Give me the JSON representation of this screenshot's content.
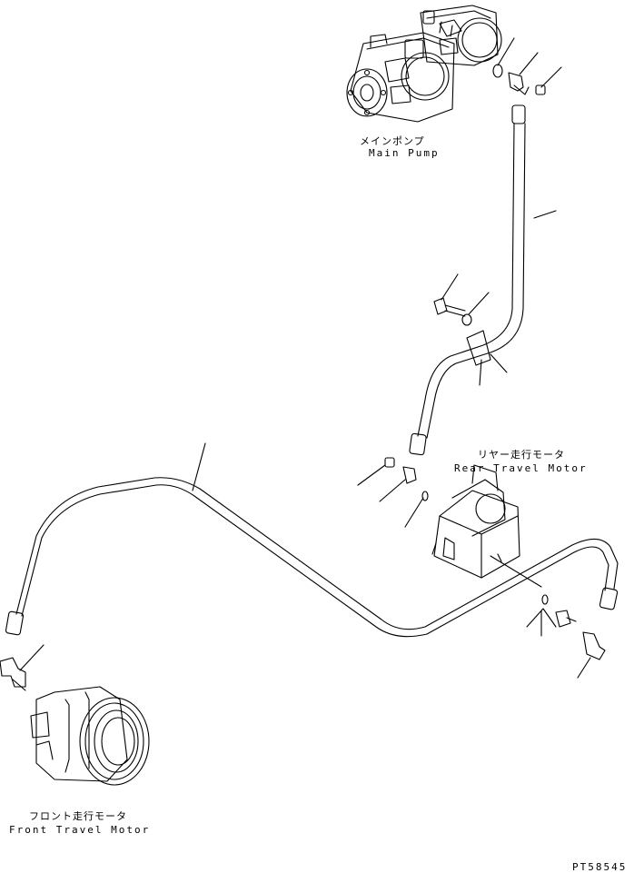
{
  "labels": {
    "main_pump_jp": "メインポンプ",
    "main_pump_en": "Main Pump",
    "rear_motor_jp": "リヤー走行モータ",
    "rear_motor_en": "Rear Travel Motor",
    "front_motor_jp": "フロント走行モータ",
    "front_motor_en": "Front Travel Motor",
    "drawing_code": "PT58545"
  },
  "colors": {
    "line": "#000000",
    "background": "#ffffff"
  }
}
